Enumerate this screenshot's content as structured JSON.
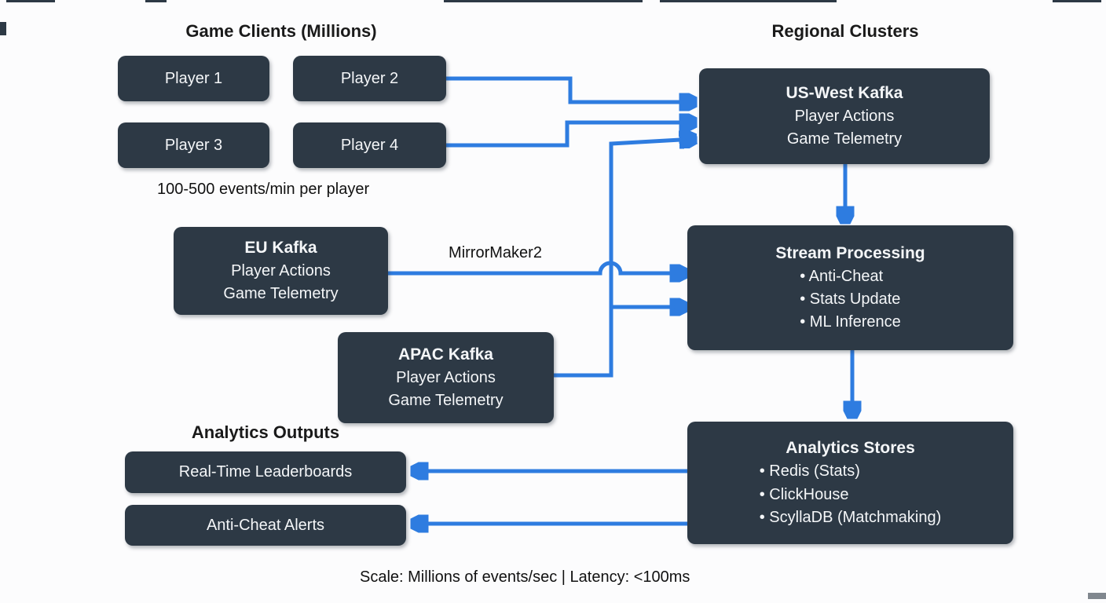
{
  "palette": {
    "arrow_blue": "#2e7ce0",
    "node_fill": "#2d3945",
    "node_text": "#f4f6f8",
    "heading_text": "#1a1a1a",
    "background": "#fcfcfd"
  },
  "headings": {
    "game_clients": "Game Clients (Millions)",
    "regional_clusters": "Regional Clusters",
    "analytics_outputs": "Analytics Outputs"
  },
  "annotations": {
    "events_rate": "100-500 events/min per player",
    "mirrormaker": "MirrorMaker2",
    "footer": "Scale: Millions of events/sec | Latency: <100ms"
  },
  "nodes": {
    "player1": {
      "label": "Player 1"
    },
    "player2": {
      "label": "Player 2"
    },
    "player3": {
      "label": "Player 3"
    },
    "player4": {
      "label": "Player 4"
    },
    "us_west": {
      "title": "US-West Kafka",
      "lines": [
        "Player Actions",
        "Game Telemetry"
      ]
    },
    "eu": {
      "title": "EU Kafka",
      "lines": [
        "Player Actions",
        "Game Telemetry"
      ]
    },
    "apac": {
      "title": "APAC Kafka",
      "lines": [
        "Player Actions",
        "Game Telemetry"
      ]
    },
    "stream": {
      "title": "Stream Processing",
      "bullets": [
        "• Anti-Cheat",
        "• Stats Update",
        "• ML Inference"
      ]
    },
    "stores": {
      "title": "Analytics Stores",
      "bullets": [
        "• Redis (Stats)",
        "• ClickHouse",
        "• ScyllaDB (Matchmaking)"
      ]
    },
    "leaderboards": {
      "label": "Real-Time Leaderboards"
    },
    "alerts": {
      "label": "Anti-Cheat Alerts"
    }
  }
}
